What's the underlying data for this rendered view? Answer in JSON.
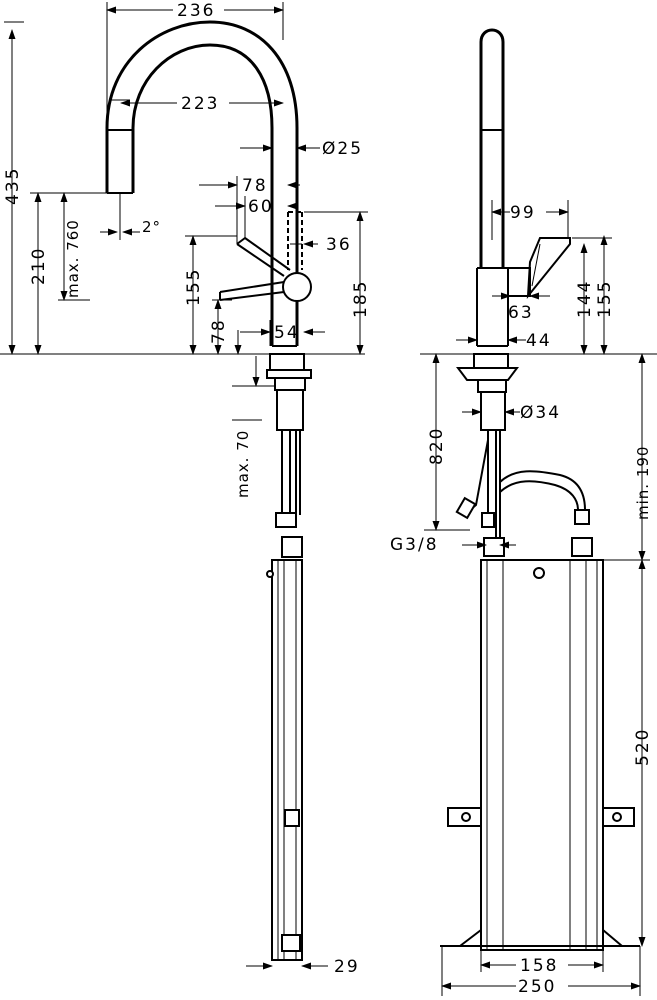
{
  "dimensions": {
    "side": {
      "d236": "236",
      "d223": "223",
      "d25": "Ø25",
      "d78": "78",
      "d60": "60",
      "d36": "36",
      "d435": "435",
      "d210": "210",
      "d760": "max. 760",
      "d2deg": "2°",
      "d155": "155",
      "d185": "185",
      "d78v": "78",
      "d54": "54",
      "d70": "max. 70",
      "d29": "29"
    },
    "front": {
      "d99": "99",
      "d63": "63",
      "d44": "44",
      "d144": "144",
      "d155": "155",
      "d820": "820",
      "d34": "Ø34",
      "d190": "min. 190",
      "dG38": "G3/8",
      "d520": "520",
      "d158": "158",
      "d250": "250"
    }
  }
}
